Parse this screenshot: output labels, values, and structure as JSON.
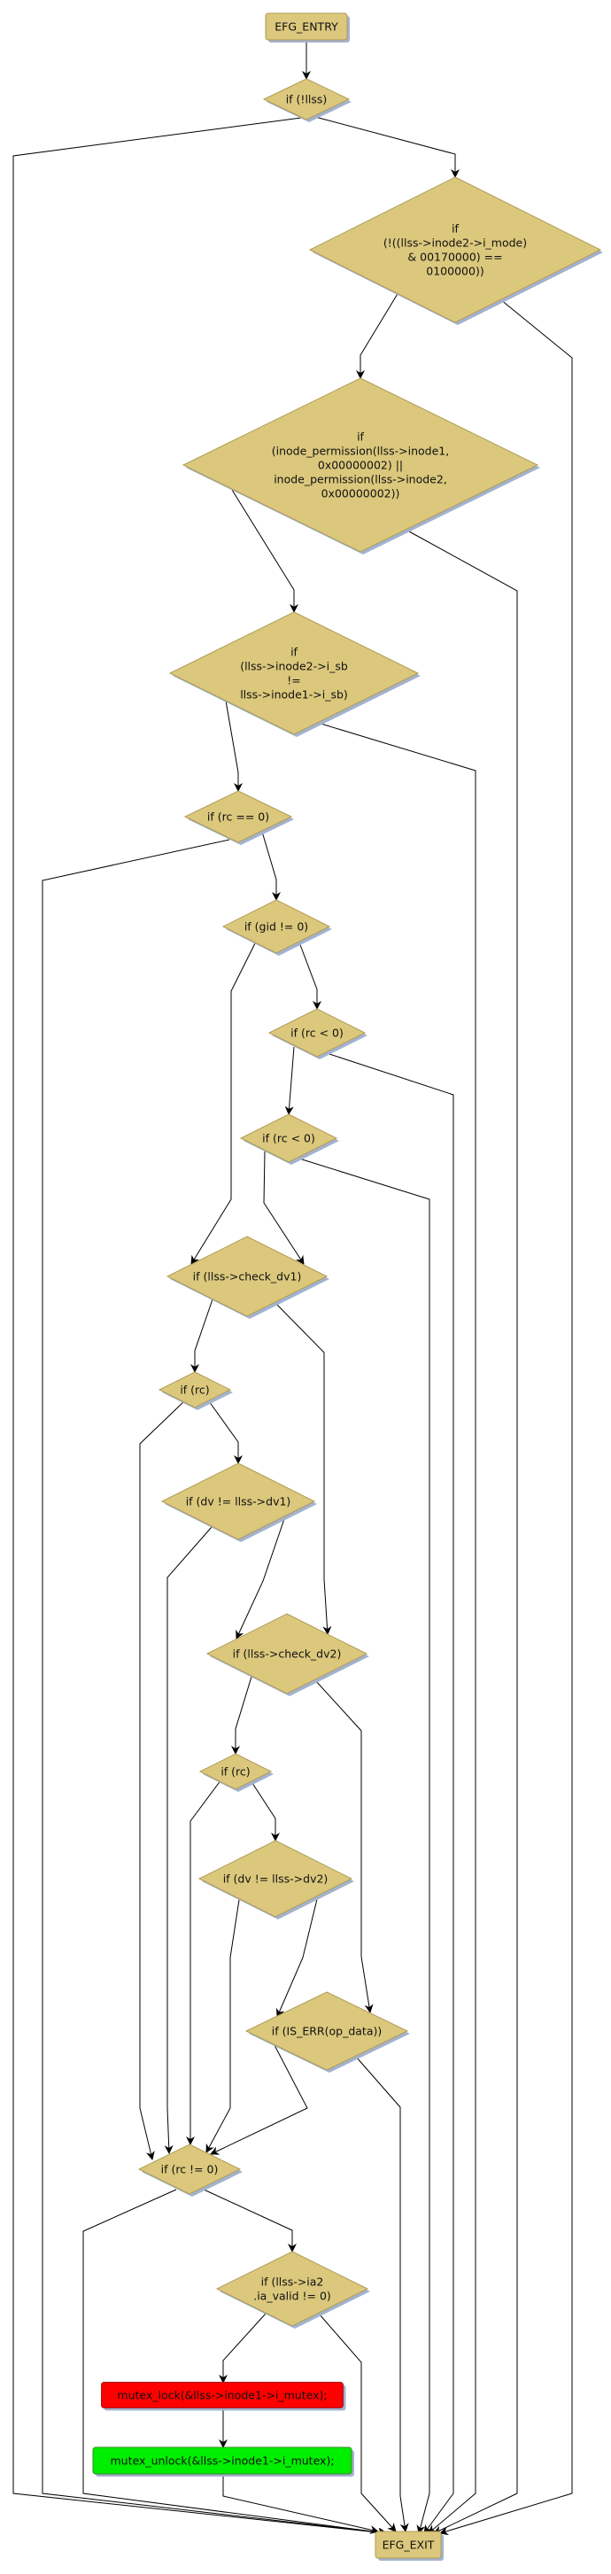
{
  "graph": {
    "colors": {
      "node": "#dbc87c",
      "node_stroke": "#b09c55",
      "shadow": "#a3b2cf",
      "lock": "#ff0000",
      "unlock": "#00ee00",
      "edge": "#000000"
    },
    "nodes": [
      {
        "id": "entry",
        "kind": "terminal",
        "lines": [
          "EFG_ENTRY"
        ]
      },
      {
        "id": "n_llss",
        "kind": "decision",
        "lines": [
          "if (!llss)"
        ]
      },
      {
        "id": "n_mode",
        "kind": "decision",
        "lines": [
          "if",
          "(!((llss->inode2->i_mode)",
          "& 00170000) ==",
          "0100000))"
        ]
      },
      {
        "id": "n_perm",
        "kind": "decision",
        "lines": [
          "if",
          "(inode_permission(llss->inode1,",
          "0x00000002) ||",
          "inode_permission(llss->inode2,",
          "0x00000002))"
        ]
      },
      {
        "id": "n_sb",
        "kind": "decision",
        "lines": [
          "if",
          "(llss->inode2->i_sb",
          "!=",
          "llss->inode1->i_sb)"
        ]
      },
      {
        "id": "n_rc0",
        "kind": "decision",
        "lines": [
          "if (rc == 0)"
        ]
      },
      {
        "id": "n_gid",
        "kind": "decision",
        "lines": [
          "if (gid != 0)"
        ]
      },
      {
        "id": "n_rclt1",
        "kind": "decision",
        "lines": [
          "if (rc < 0)"
        ]
      },
      {
        "id": "n_rclt2",
        "kind": "decision",
        "lines": [
          "if (rc < 0)"
        ]
      },
      {
        "id": "n_cdv1",
        "kind": "decision",
        "lines": [
          "if (llss->check_dv1)"
        ]
      },
      {
        "id": "n_rc1",
        "kind": "decision",
        "lines": [
          "if (rc)"
        ]
      },
      {
        "id": "n_dv1",
        "kind": "decision",
        "lines": [
          "if (dv != llss->dv1)"
        ]
      },
      {
        "id": "n_cdv2",
        "kind": "decision",
        "lines": [
          "if (llss->check_dv2)"
        ]
      },
      {
        "id": "n_rc2",
        "kind": "decision",
        "lines": [
          "if (rc)"
        ]
      },
      {
        "id": "n_dv2",
        "kind": "decision",
        "lines": [
          "if (dv != llss->dv2)"
        ]
      },
      {
        "id": "n_iserr",
        "kind": "decision",
        "lines": [
          "if (IS_ERR(op_data))"
        ]
      },
      {
        "id": "n_rcne",
        "kind": "decision",
        "lines": [
          "if (rc != 0)"
        ]
      },
      {
        "id": "n_ia2",
        "kind": "decision",
        "lines": [
          "if (llss->ia2",
          ".ia_valid != 0)"
        ]
      },
      {
        "id": "lock",
        "kind": "lock",
        "lines": [
          "mutex_lock(&llss->inode1->i_mutex);"
        ]
      },
      {
        "id": "unlock",
        "kind": "unlock",
        "lines": [
          "mutex_unlock(&llss->inode1->i_mutex);"
        ]
      },
      {
        "id": "exit",
        "kind": "terminal",
        "lines": [
          "EFG_EXIT"
        ]
      }
    ]
  }
}
